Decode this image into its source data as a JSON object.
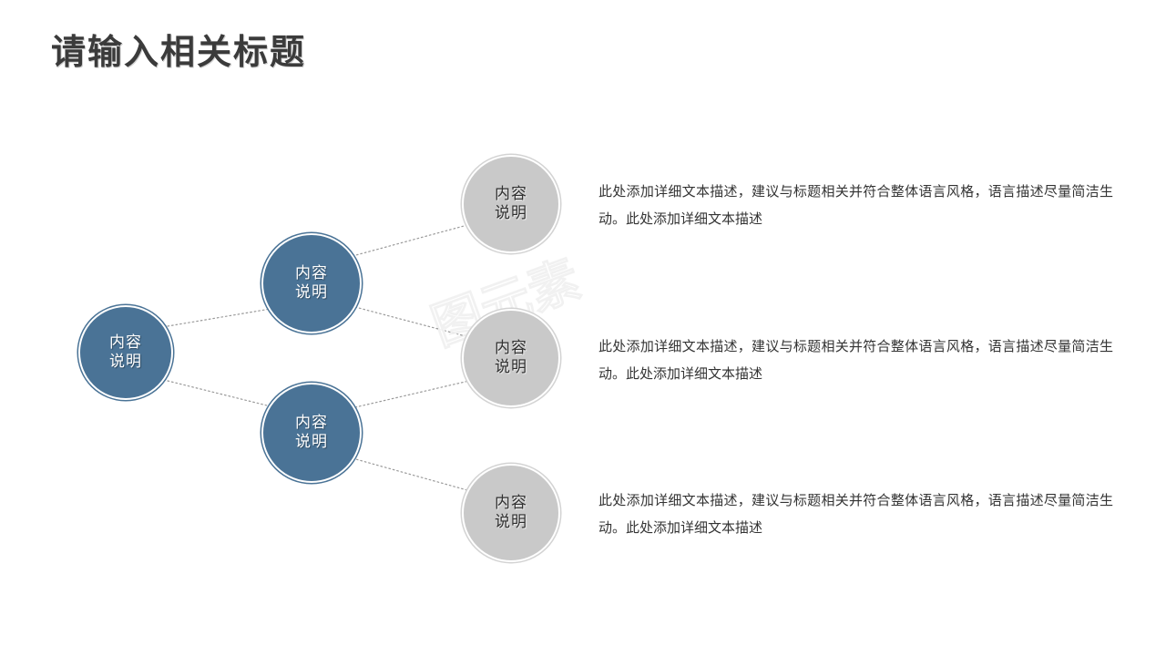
{
  "slide": {
    "title": "请输入相关标题",
    "background_color": "#ffffff"
  },
  "theme": {
    "accent_blue": "#4a7396",
    "node_gray": "#c9c9c9",
    "title_color": "#3b3b3b",
    "body_color": "#333333",
    "connector_color": "#9a9a9a"
  },
  "watermark": {
    "text": "图元素"
  },
  "diagram": {
    "root": {
      "label": "内容\n说明",
      "style": "blue"
    },
    "branches": [
      {
        "label": "内容\n说明",
        "style": "blue"
      },
      {
        "label": "内容\n说明",
        "style": "blue"
      }
    ],
    "leaves": [
      {
        "label": "内容\n说明",
        "style": "gray"
      },
      {
        "label": "内容\n说明",
        "style": "gray"
      },
      {
        "label": "内容\n说明",
        "style": "gray"
      }
    ]
  },
  "descriptions": [
    {
      "text": "此处添加详细文本描述，建议与标题相关并符合整体语言风格，语言描述尽量简洁生动。此处添加详细文本描述"
    },
    {
      "text": "此处添加详细文本描述，建议与标题相关并符合整体语言风格，语言描述尽量简洁生动。此处添加详细文本描述"
    },
    {
      "text": "此处添加详细文本描述，建议与标题相关并符合整体语言风格，语言描述尽量简洁生动。此处添加详细文本描述"
    }
  ]
}
